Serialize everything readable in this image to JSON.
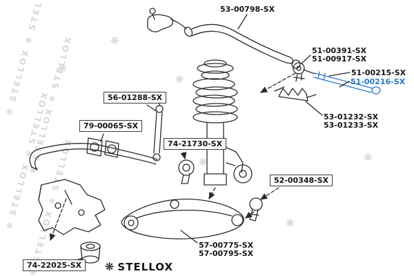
{
  "watermark": {
    "chain": "❋ STELLOX ❋ STELLOX",
    "star": "❋"
  },
  "logo": {
    "star": "❋",
    "text": "STELLOX"
  },
  "colors": {
    "line": "#2a2a2a",
    "highlight": "#2878c8",
    "watermark": "#d6d6d6",
    "label_text": "#141414",
    "box_border": "#3a3a3a"
  },
  "parts": [
    {
      "number": "53-00798-SX",
      "boxed": false,
      "highlighted": false
    },
    {
      "number": "51-00391-SX",
      "boxed": false,
      "highlighted": false
    },
    {
      "number": "51-00917-SX",
      "boxed": false,
      "highlighted": false
    },
    {
      "number": "51-00215-SX",
      "boxed": false,
      "highlighted": false
    },
    {
      "number": "51-00216-SX",
      "boxed": false,
      "highlighted": true
    },
    {
      "number": "53-01232-SX",
      "boxed": false,
      "highlighted": false
    },
    {
      "number": "53-01233-SX",
      "boxed": false,
      "highlighted": false
    },
    {
      "number": "56-01288-SX",
      "boxed": true,
      "highlighted": false
    },
    {
      "number": "79-00065-SX",
      "boxed": true,
      "highlighted": false
    },
    {
      "number": "74-21730-SX",
      "boxed": true,
      "highlighted": false
    },
    {
      "number": "52-00348-SX",
      "boxed": true,
      "highlighted": false
    },
    {
      "number": "57-00775-SX",
      "boxed": false,
      "highlighted": false
    },
    {
      "number": "57-00795-SX",
      "boxed": false,
      "highlighted": false
    },
    {
      "number": "74-22025-SX",
      "boxed": true,
      "highlighted": false
    }
  ]
}
